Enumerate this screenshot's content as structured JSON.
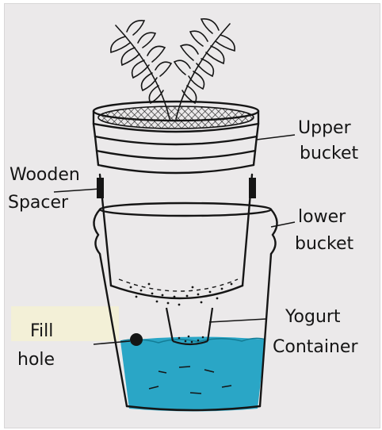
{
  "diagram": {
    "labels": {
      "upper_bucket": [
        "Upper",
        "bucket"
      ],
      "lower_bucket": [
        "lower",
        "bucket"
      ],
      "wooden_spacer": [
        "Wooden",
        "Spacer"
      ],
      "yogurt_container": [
        "Yogurt",
        "Container"
      ],
      "fill_hole": [
        "Fill",
        "hole"
      ]
    },
    "colors": {
      "ink": "#151515",
      "water": "#2aa6c6",
      "paper": "#ebe9ea",
      "tape": "#f3f0d6"
    }
  }
}
